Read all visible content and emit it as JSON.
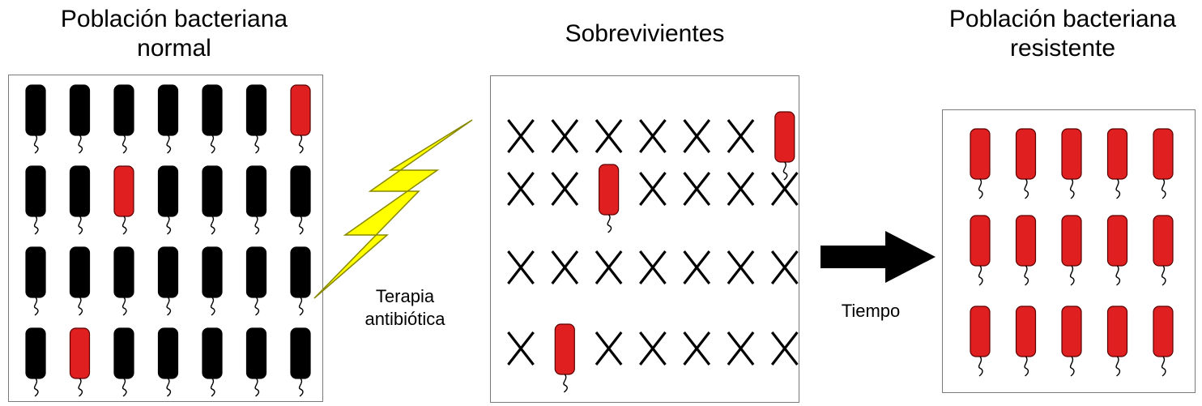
{
  "titles": {
    "normal": [
      "Población bacteriana",
      "normal"
    ],
    "survivors": [
      "Sobrevivientes"
    ],
    "resistant": [
      "Población bacteriana",
      "resistente"
    ]
  },
  "labels": {
    "therapy": [
      "Terapia",
      "antibiótica"
    ],
    "time": "Tiempo"
  },
  "colors": {
    "susceptible": "#000000",
    "resistant": "#e02020",
    "lightning": "#ffff00",
    "arrow": "#000000"
  },
  "icons": [
    "lightning-bolt-icon",
    "right-arrow-icon",
    "bacterium-icon",
    "cross-mark-icon"
  ],
  "panels": {
    "normal": {
      "grid": [
        [
          "S",
          "S",
          "S",
          "S",
          "S",
          "S",
          "R"
        ],
        [
          "S",
          "S",
          "R",
          "S",
          "S",
          "S",
          "S"
        ],
        [
          "S",
          "S",
          "S",
          "S",
          "S",
          "S",
          "S"
        ],
        [
          "S",
          "R",
          "S",
          "S",
          "S",
          "S",
          "S"
        ]
      ]
    },
    "survivors": {
      "grid": [
        [
          "X",
          "X",
          "X",
          "X",
          "X",
          "X",
          "R"
        ],
        [
          "X",
          "X",
          "R",
          "X",
          "X",
          "X",
          "X"
        ],
        [
          "X",
          "X",
          "X",
          "X",
          "X",
          "X",
          "X"
        ],
        [
          "X",
          "R",
          "X",
          "X",
          "X",
          "X",
          "X"
        ]
      ]
    },
    "resistant": {
      "grid": [
        [
          "R",
          "R",
          "R",
          "R",
          "R"
        ],
        [
          "R",
          "R",
          "R",
          "R",
          "R"
        ],
        [
          "R",
          "R",
          "R",
          "R",
          "R"
        ]
      ]
    }
  }
}
